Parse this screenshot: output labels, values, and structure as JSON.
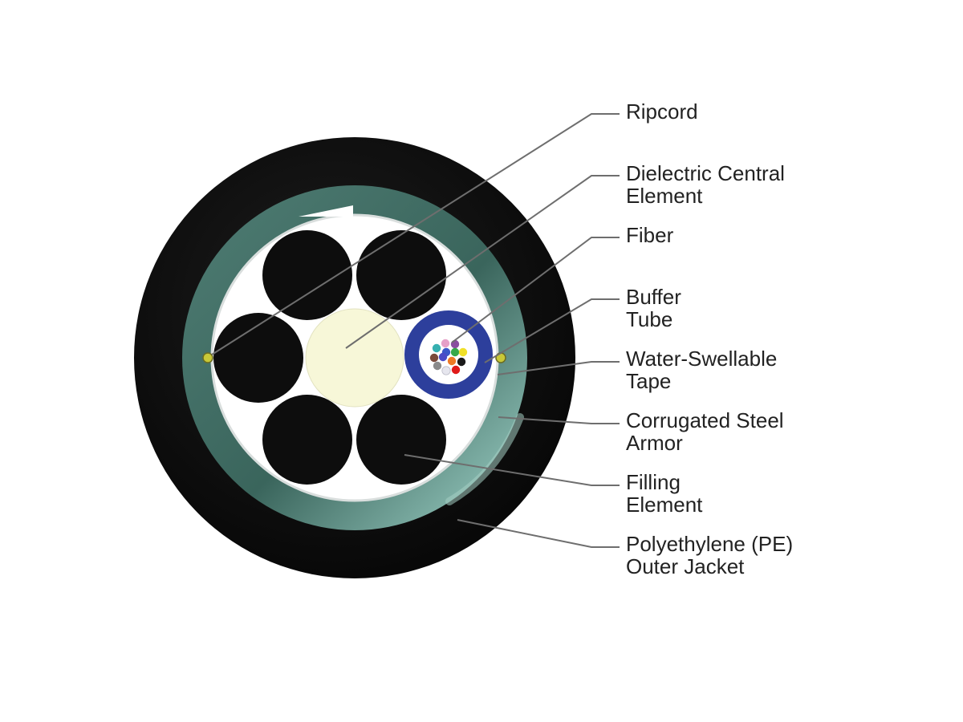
{
  "labels": {
    "ripcord": {
      "lines": [
        "Ripcord"
      ]
    },
    "central_element": {
      "lines": [
        "Dielectric Central",
        "Element"
      ]
    },
    "fiber": {
      "lines": [
        "Fiber"
      ]
    },
    "buffer_tube": {
      "lines": [
        "Buffer",
        "Tube"
      ]
    },
    "water_tape": {
      "lines": [
        "Water-Swellable",
        "Tape"
      ]
    },
    "steel_armor": {
      "lines": [
        "Corrugated Steel",
        "Armor"
      ]
    },
    "filling_element": {
      "lines": [
        "Filling",
        "Element"
      ]
    },
    "outer_jacket": {
      "lines": [
        "Polyethylene (PE)",
        "Outer Jacket"
      ]
    }
  },
  "colors": {
    "jacket": "#111111",
    "armor": "#3d6b62",
    "armor_highlight": "#8fb8ae",
    "tape": "#ffffff",
    "filling": "#0d0d0d",
    "central": "#f7f7d8",
    "buffer_ring": "#2d3f9c",
    "buffer_inner": "#ffffff",
    "ripcord": "#c8c838",
    "leader": "#6e6e6e"
  },
  "fiber_colors": [
    "#e6a0c8",
    "#8a4fa0",
    "#36b0b0",
    "#3b57c9",
    "#36a84a",
    "#f0e028",
    "#7a4a3a",
    "#4b4bc6",
    "#ee7a26",
    "#1a1a1a",
    "#8a8a8a",
    "#e6e6ee",
    "#e01a1a"
  ]
}
